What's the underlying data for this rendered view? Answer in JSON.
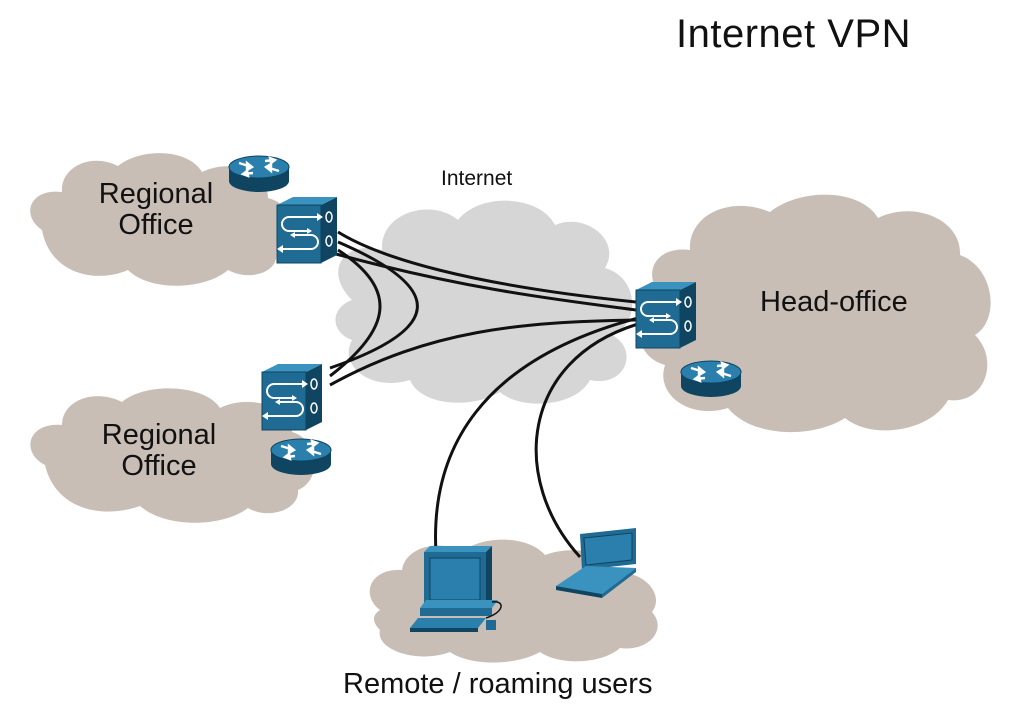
{
  "title": "Internet VPN",
  "nodes": {
    "internet": {
      "label": "Internet"
    },
    "regional_office_top": {
      "label_line1": "Regional",
      "label_line2": "Office"
    },
    "regional_office_bottom": {
      "label_line1": "Regional",
      "label_line2": "Office"
    },
    "head_office": {
      "label": "Head-office"
    },
    "remote_users": {
      "label": "Remote / roaming users"
    }
  },
  "icons": {
    "router": "router-icon",
    "firewall": "vpn-firewall-icon",
    "desktop": "desktop-computer-icon",
    "laptop": "laptop-icon",
    "cloud": "cloud-icon"
  },
  "colors": {
    "cloud_fill": "#c9beb6",
    "internet_cloud_fill": "#d6d6d6",
    "device_blue": "#1f6b93",
    "device_dark": "#0f4561",
    "link_stroke": "#111111"
  }
}
